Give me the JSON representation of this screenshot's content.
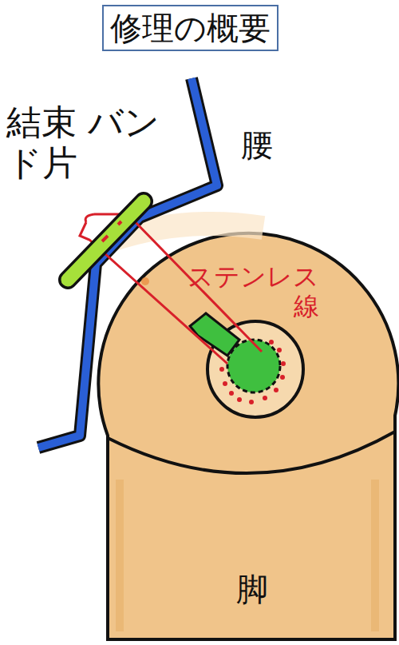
{
  "diagram": {
    "title": "修理の概要",
    "labels": [
      "結束 バンド片",
      "腰",
      "ステンレス 線",
      "脚"
    ]
  }
}
